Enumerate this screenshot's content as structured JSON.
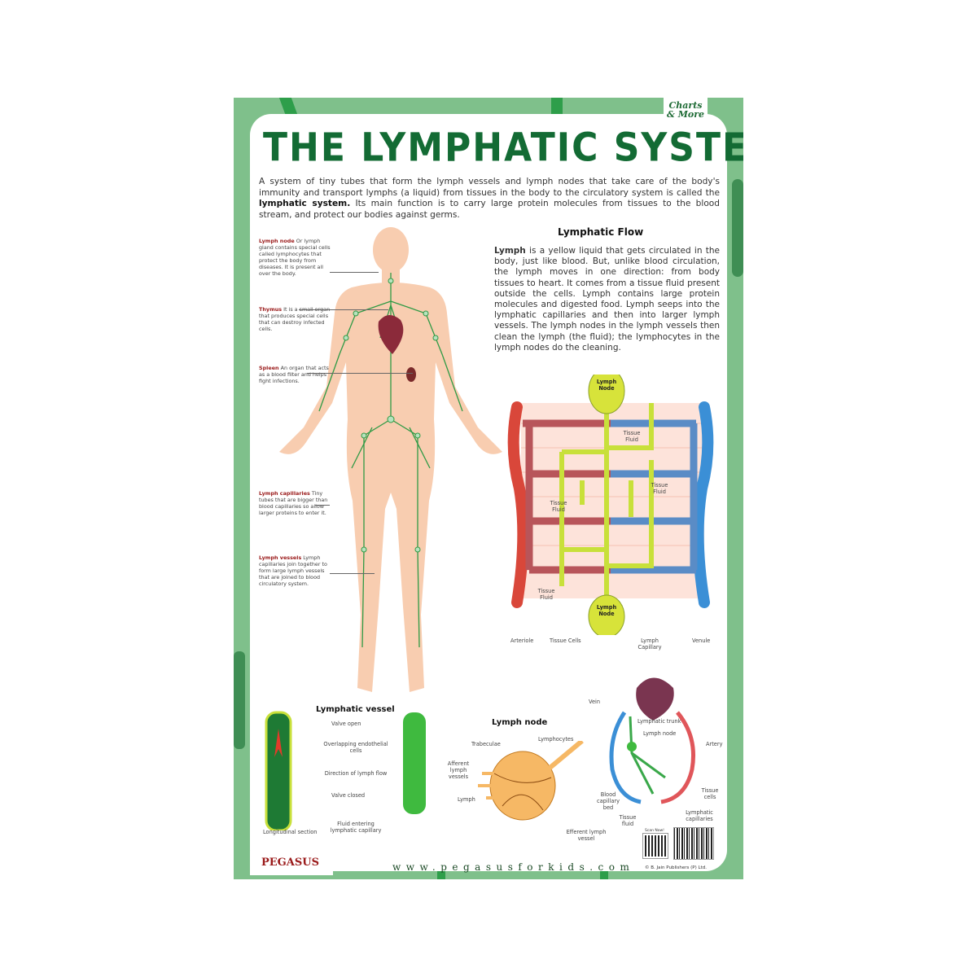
{
  "brand_badge": "Charts & More",
  "title": "THE LYMPHATIC SYSTEM",
  "intro": {
    "before": "A system of tiny tubes that form the lymph vessels and lymph nodes that take care of the body's immunity and transport lymphs (a liquid) from tissues in the body to the circulatory system is called the ",
    "bold": "lymphatic system.",
    "after": " Its main function is to carry large protein molecules from tissues to the blood stream, and protect our bodies against germs."
  },
  "body_labels": [
    {
      "term": "Lymph node",
      "text": " Or lymph gland contains special cells called lymphocytes that protect the body from diseases. It is present all over the body."
    },
    {
      "term": "Thymus",
      "text": " It is a small organ that produces special cells that can destroy infected cells."
    },
    {
      "term": "Spleen",
      "text": " An organ that acts as a blood filter and helps fight infections."
    },
    {
      "term": "Lymph capillaries",
      "text": " Tiny tubes that are bigger than blood capillaries so allow larger proteins to enter it."
    },
    {
      "term": "Lymph vessels",
      "text": " Lymph capillaries join together to form large lymph vessels that are joined to blood circulatory system."
    }
  ],
  "flow": {
    "heading": "Lymphatic Flow",
    "bold": "Lymph",
    "text": " is a yellow liquid that gets circulated in the body, just like blood. But, unlike blood circulation, the lymph moves in one direction: from body tissues to heart. It comes from a tissue fluid present outside the cells. Lymph contains large protein molecules and digested food. Lymph seeps into the lymphatic capillaries and then into larger lymph vessels. The lymph nodes in the lymph vessels then clean the lymph (the fluid); the lymphocytes in the lymph nodes do the cleaning.",
    "labels": {
      "node_top": "Lymph Node",
      "node_bottom": "Lymph Node",
      "tissue_fluid": "Tissue Fluid",
      "arteriole": "Arteriole",
      "tissue_cells": "Tissue Cells",
      "lymph_capillary": "Lymph Capillary",
      "venule": "Venule"
    }
  },
  "vessel": {
    "heading": "Lymphatic vessel",
    "labels": [
      "Valve open",
      "Overlapping endothelial cells",
      "Direction of lymph flow",
      "Valve closed",
      "Fluid entering lymphatic capillary",
      "Longitudinal section"
    ]
  },
  "node": {
    "heading": "Lymph node",
    "labels": [
      "Trabeculae",
      "Lymphocytes",
      "Afferent lymph vessels",
      "Lymph",
      "Efferent lymph vessel"
    ]
  },
  "circulation": {
    "labels": [
      "Vein",
      "Lymphatic trunk",
      "Lymph node",
      "Artery",
      "Blood capillary bed",
      "Tissue cells",
      "Tissue fluid",
      "Lymphatic capillaries"
    ]
  },
  "footer": {
    "publisher": "PEGASUS",
    "url": "www.pegasusforkids.com",
    "scan": "Scan Now!",
    "copyright": "© B. Jain Publishers (P) Ltd."
  },
  "colors": {
    "frame": "#7fc08b",
    "title": "#136b34",
    "term": "#9a1a1a",
    "skin": "#f8cdb0",
    "lymph": "#3aa84a",
    "artery": "#d9473a",
    "vein": "#3b8fd6",
    "node_yellow": "#d7e33a"
  }
}
